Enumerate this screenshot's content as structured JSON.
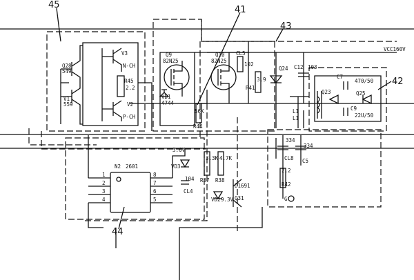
{
  "callouts": [
    "45",
    "41",
    "43",
    "42",
    "44"
  ],
  "transistors": {
    "q28": {
      "name": "Q28",
      "value": "549"
    },
    "v3": "V3",
    "nch": "N-CH",
    "r45": {
      "name": "R45",
      "value": "2.2"
    },
    "v2": "V2",
    "pch": "P-CH",
    "v1": {
      "name": "V1",
      "value": "559"
    },
    "q9": {
      "name": "Q9",
      "value": "82N25"
    },
    "q10": {
      "name": "Q10",
      "value": "82N25"
    },
    "vd1": {
      "name": "VD1",
      "value": "4744"
    },
    "q24": "Q24",
    "q23": "Q23",
    "q25": "Q25",
    "q31": "Q31",
    "d1691": "D1691"
  },
  "passives": {
    "cl5": "CL5",
    "cl5v": "102",
    "r41": "R41",
    "r41v": "3.9",
    "c12": "C12",
    "c12v": "103",
    "c7": "C7",
    "c7v": "470/50",
    "c9": "C9",
    "c9v": "22U/50",
    "l1a": "L1",
    "l1b": "L1",
    "r44": "R44",
    "r44v": "56K",
    "vd3": "VD3",
    "vd3v": "3.6V",
    "cl4": "CL4",
    "cl4v": "104",
    "r37": "R37",
    "r37v": "3.3K",
    "r38": "R38",
    "r38v": "4.7K",
    "vd2": "VD2",
    "vd2v": "9.3V",
    "cl8": "CL8",
    "cl8v": "334",
    "c5": "C5",
    "c5v": "334",
    "r42": "R42",
    "r42v": "2.2"
  },
  "supply": "VCC160V",
  "ic": {
    "name": "N2",
    "part": "2601",
    "pins": [
      "1",
      "2",
      "3",
      "4",
      "8",
      "7",
      "6",
      "5"
    ]
  },
  "ground": "G"
}
